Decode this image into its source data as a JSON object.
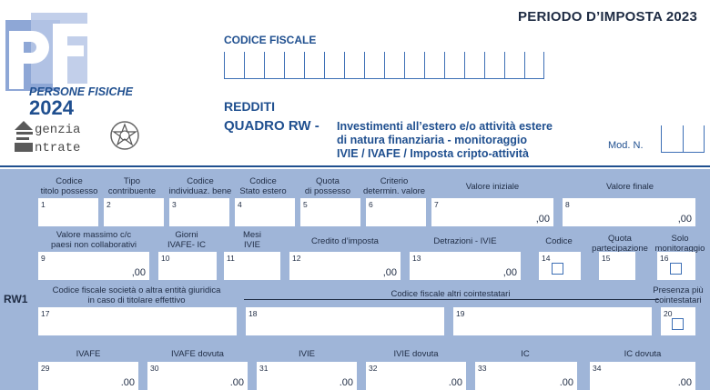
{
  "header": {
    "period": "PERIODO D’IMPOSTA 2023",
    "codice_fiscale_label": "CODICE FISCALE",
    "section": "REDDITI",
    "quadro": "QUADRO RW -",
    "quadro_desc": [
      "Investimenti all’estero e/o attività estere",
      "di natura finanziaria - monitoraggio",
      "IVIE / IVAFE / Imposta cripto-attività"
    ],
    "mod_n": "Mod. N."
  },
  "logo": {
    "letters": "PF",
    "line1": "PERSONE FISICHE",
    "line2": "2024",
    "agenzia": "genzia",
    "entrate": "ntrate"
  },
  "form": {
    "row_label": "RW1",
    "decimal": ",00",
    "decimal_dot": ".00",
    "row1": [
      {
        "label": "Codice\ntitolo possesso",
        "n": "1"
      },
      {
        "label": "Tipo\ncontribuente",
        "n": "2"
      },
      {
        "label": "Codice\nindividuaz. bene",
        "n": "3"
      },
      {
        "label": "Codice\nStato estero",
        "n": "4"
      },
      {
        "label": "Quota\ndi possesso",
        "n": "5"
      },
      {
        "label": "Criterio\ndetermin. valore",
        "n": "6"
      },
      {
        "label": "Valore iniziale",
        "n": "7"
      },
      {
        "label": "Valore finale",
        "n": "8"
      }
    ],
    "row2": [
      {
        "label": "Valore massimo c/c\npaesi non collaborativi",
        "n": "9"
      },
      {
        "label": "Giorni\nIVAFE- IC",
        "n": "10"
      },
      {
        "label": "Mesi\nIVIE",
        "n": "11"
      },
      {
        "label": "Credito d’imposta",
        "n": "12"
      },
      {
        "label": "Detrazioni - IVIE",
        "n": "13"
      },
      {
        "label": "Codice",
        "n": "14"
      },
      {
        "label": "Quota\npartecipazione",
        "n": "15"
      },
      {
        "label": "Solo\nmonitoraggio",
        "n": "16"
      }
    ],
    "row3": [
      {
        "label": "Codice fiscale società o altra entità giuridica\nin caso di titolare effettivo",
        "n": "17"
      },
      {
        "label": "Codice fiscale altri cointestatari",
        "n": "18"
      },
      {
        "label": "",
        "n": "19"
      },
      {
        "label": "Presenza più\ncointestatari",
        "n": "20"
      }
    ],
    "row4": [
      {
        "label": "IVAFE",
        "n": "29"
      },
      {
        "label": "IVAFE dovuta",
        "n": "30"
      },
      {
        "label": "IVIE",
        "n": "31"
      },
      {
        "label": "IVIE dovuta",
        "n": "32"
      },
      {
        "label": "IC",
        "n": "33"
      },
      {
        "label": "IC dovuta",
        "n": "34"
      }
    ]
  }
}
